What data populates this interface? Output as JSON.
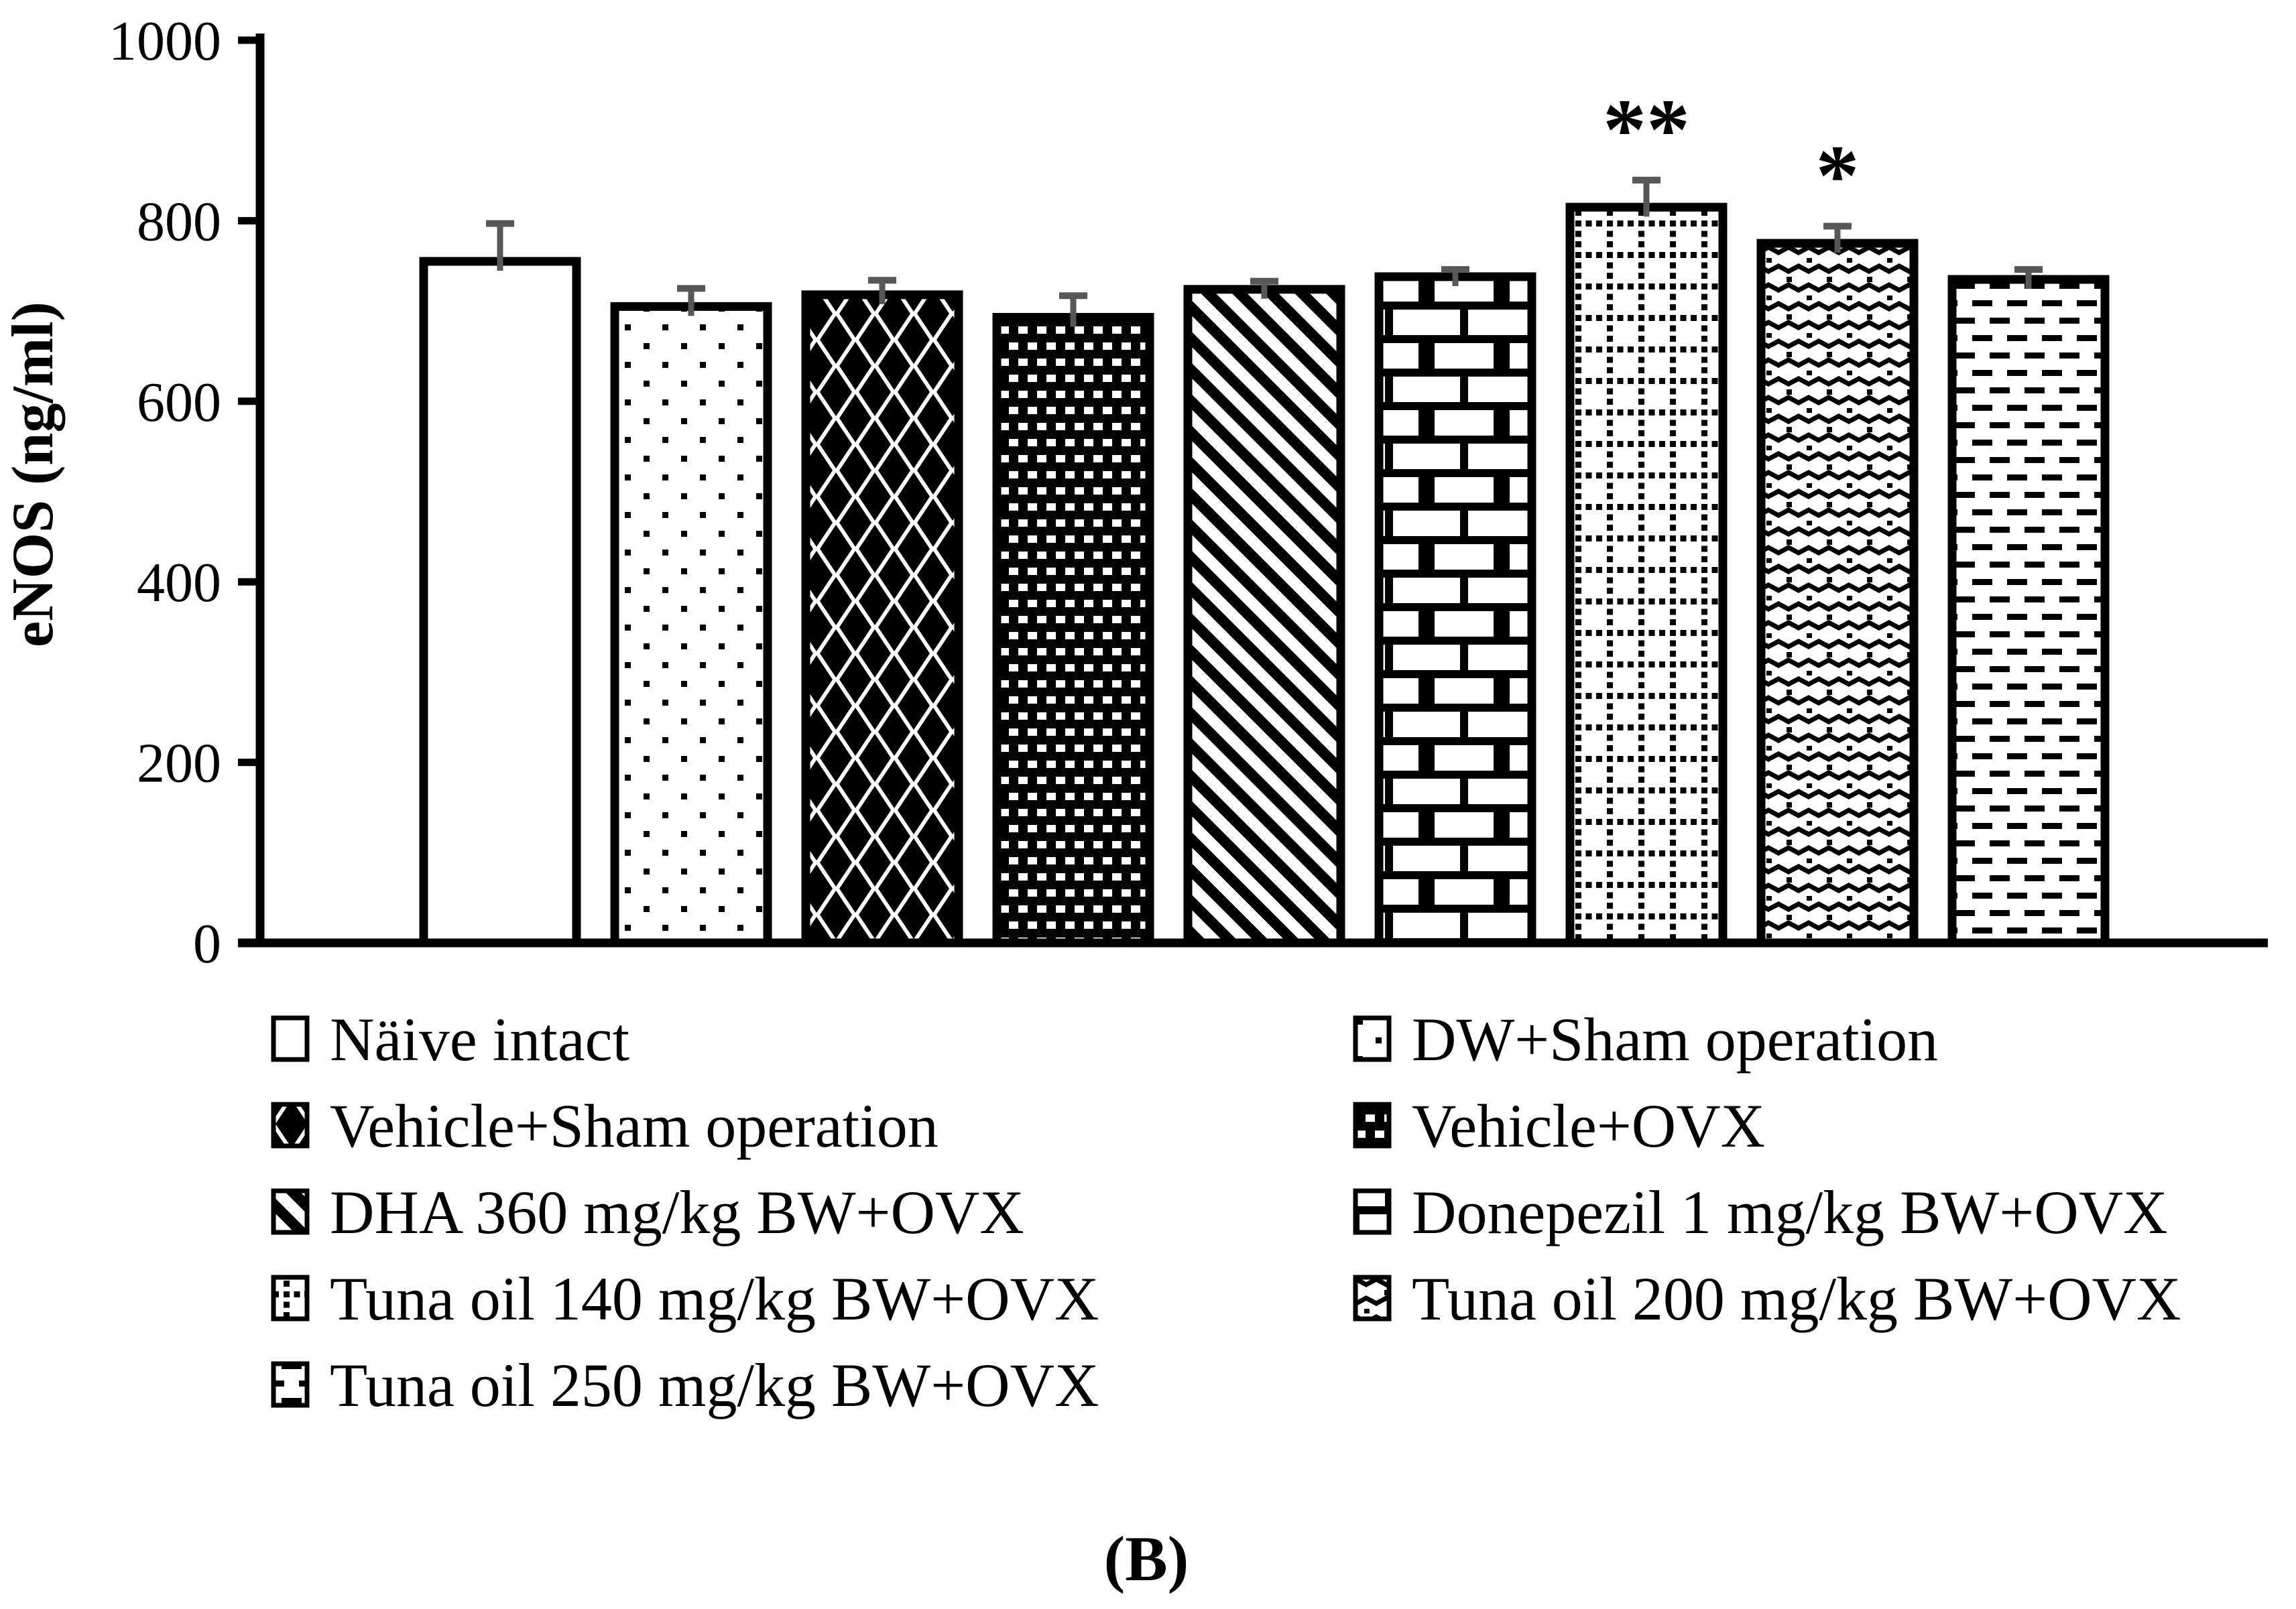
{
  "chart_data": {
    "type": "bar",
    "title": "",
    "ylabel": "eNOS (ng/ml)",
    "xlabel": "",
    "ylim": [
      0,
      1000
    ],
    "yticks": [
      0,
      200,
      400,
      600,
      800,
      1000
    ],
    "grid": false,
    "legend_position": "bottom",
    "categories": [
      "Näive intact",
      "DW+Sham operation",
      "Vehicle+Sham operation",
      "Vehicle+OVX",
      "DHA 360 mg/kg BW+OVX",
      "Donepezil 1 mg/kg BW+OVX",
      "Tuna oil 140 mg/kg BW+OVX",
      "Tuna oil 200 mg/kg BW+OVX",
      "Tuna oil 250 mg/kg BW+OVX"
    ],
    "values": [
      755,
      705,
      718,
      693,
      724,
      738,
      815,
      775,
      735
    ],
    "errors": [
      42,
      20,
      16,
      24,
      9,
      8,
      30,
      19,
      11
    ],
    "significance": [
      "",
      "",
      "",
      "",
      "",
      "",
      "**",
      "*",
      ""
    ],
    "patterns": [
      "plain",
      "dots-sparse",
      "diamonds",
      "checker-dark",
      "diagonal-stripes",
      "brick",
      "dotted-grid",
      "waves",
      "dashes"
    ],
    "colors": {
      "bar_outline": "#000000",
      "pattern_ink": "#000000",
      "error_bar": "#575757",
      "background": "#ffffff",
      "text": "#000000"
    }
  },
  "legend": {
    "left_column_indices": [
      0,
      2,
      4,
      6,
      8
    ],
    "right_column_indices": [
      1,
      3,
      5,
      7
    ]
  },
  "figure": {
    "caption": "(B)"
  }
}
